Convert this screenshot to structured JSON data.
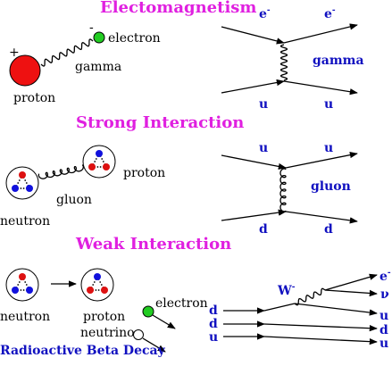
{
  "colors": {
    "title": "#e020e0",
    "particle_label": "#1010c0",
    "proton": "#ee1111",
    "electron": "#22cc22",
    "quark_red": "#dd1111",
    "quark_blue": "#1111dd"
  },
  "em": {
    "title": "Electomagnetism",
    "proton_label": "proton",
    "proton_sign": "+",
    "electron_label": "electron",
    "electron_sign": "-",
    "gamma_label": "gamma",
    "diag_top_left": "e",
    "diag_top_right": "e",
    "diag_sup": "-",
    "diag_boson": "gamma",
    "diag_bottom_left": "u",
    "diag_bottom_right": "u"
  },
  "strong": {
    "title": "Strong Interaction",
    "neutron_label": "neutron",
    "proton_label": "proton",
    "gluon_label": "gluon",
    "diag_top_left": "u",
    "diag_top_right": "u",
    "diag_boson": "gluon",
    "diag_bottom_left": "d",
    "diag_bottom_right": "d"
  },
  "weak": {
    "title": "Weak Interaction",
    "neutron_label": "neutron",
    "proton_label": "proton",
    "electron_label": "electron",
    "neutrino_label": "neutrino",
    "caption": "Radioactive Beta Decay",
    "w_label": "W",
    "w_sup": "-",
    "in_quarks": [
      "d",
      "d",
      "u"
    ],
    "out_e": "e",
    "out_e_sup": "-",
    "out_nu": "ν",
    "out_quarks": [
      "u",
      "d",
      "u"
    ]
  }
}
